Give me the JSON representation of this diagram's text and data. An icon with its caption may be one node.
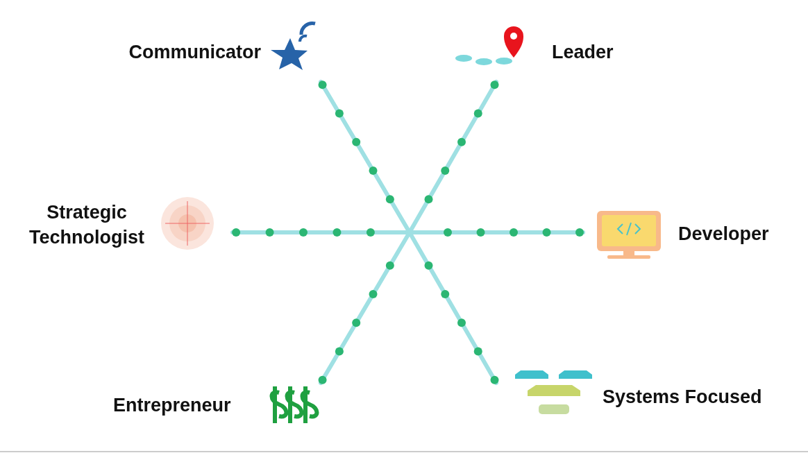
{
  "diagram": {
    "labels": [
      "Communicator",
      "Leader",
      "Strategic Technologist",
      "Developer",
      "Entrepreneur",
      "Systems Focused"
    ]
  }
}
